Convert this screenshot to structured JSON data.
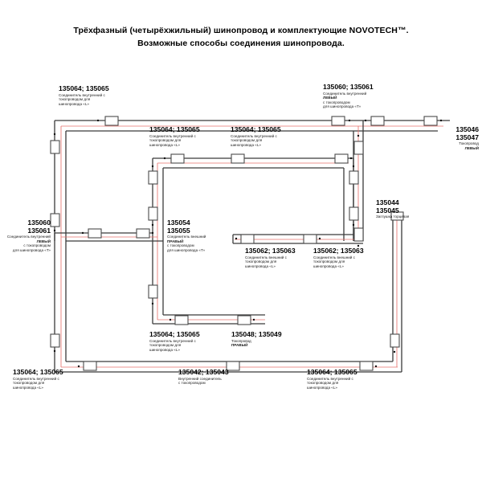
{
  "title": {
    "line1": "Трёхфазный (четырёхжильный) шинопровод и комплектующие NOVOTECH™.",
    "line2": "Возможные способы соединения шинопровода."
  },
  "labels": {
    "top_left": {
      "code": "135064; 135065",
      "desc1": "Соединитель внутренний с",
      "desc2": "токопроводом для",
      "desc3": "шинопровода «L»"
    },
    "top_mid_left": {
      "code": "135064; 135065",
      "desc1": "Соединитель внутренний с",
      "desc2": "токопроводом для",
      "desc3": "шинопровода «L»"
    },
    "top_mid_right": {
      "code": "135064; 135065",
      "desc1": "Соединитель внутренний с",
      "desc2": "токопроводом для",
      "desc3": "шинопровода «L»"
    },
    "top_right": {
      "code": "135060; 135061",
      "desc1": "Соединитель внутренний",
      "desc2": "ЛЕВЫЙ",
      "desc3": "с токопроводом",
      "desc4": "для шинопровода «Т»"
    },
    "far_right_top": {
      "code1": "135046",
      "code2": "135047",
      "desc1": "Токопровод",
      "desc2": "ЛЕВЫЙ"
    },
    "far_right_mid": {
      "code1": "135044",
      "code2": "135045",
      "desc1": "Заглушка торцевая"
    },
    "left_mid": {
      "code1": "135060",
      "code2": "135061",
      "desc1": "Соединитель внутренний",
      "desc2": "ЛЕВЫЙ",
      "desc3": "с токопроводом",
      "desc4": "для шинопровода «Т»"
    },
    "center_mid": {
      "code1": "135054",
      "code2": "135055",
      "desc1": "Соединитель внешний",
      "desc2": "ПРАВЫЙ",
      "desc3": "с токопроводом",
      "desc4": "для шинопровода «Т»"
    },
    "mid_right_a": {
      "code": "135062; 135063",
      "desc1": "Соединитель внешний с",
      "desc2": "токопроводом для",
      "desc3": "шинопровода «L»"
    },
    "mid_right_b": {
      "code": "135062; 135063",
      "desc1": "Соединитель внешний с",
      "desc2": "токопроводом для",
      "desc3": "шинопровода «L»"
    },
    "bottom_inner_left": {
      "code": "135064; 135065",
      "desc1": "Соединитель внутренний с",
      "desc2": "токопроводом для",
      "desc3": "шинопровода «L»"
    },
    "bottom_inner_right": {
      "code": "135048; 135049",
      "desc1": "Токопровод",
      "desc2": "ПРАВЫЙ"
    },
    "bottom_left": {
      "code": "135064; 135065",
      "desc1": "Соединитель внутренний с",
      "desc2": "токопроводом для",
      "desc3": "шинопровода «L»"
    },
    "bottom_center": {
      "code": "135042; 135043",
      "desc1": "Внутренний соединитель",
      "desc2": "с токопроводом"
    },
    "bottom_right": {
      "code": "135064; 135065",
      "desc1": "Соединитель внутренний с",
      "desc2": "токопроводом для",
      "desc3": "шинопровода «L»"
    }
  },
  "colors": {
    "track_outline": "#3a3a3a",
    "conductor_red": "#e8736e",
    "connector_fill": "#ffffff",
    "connector_stroke": "#4a4a4a",
    "text": "#000000"
  }
}
